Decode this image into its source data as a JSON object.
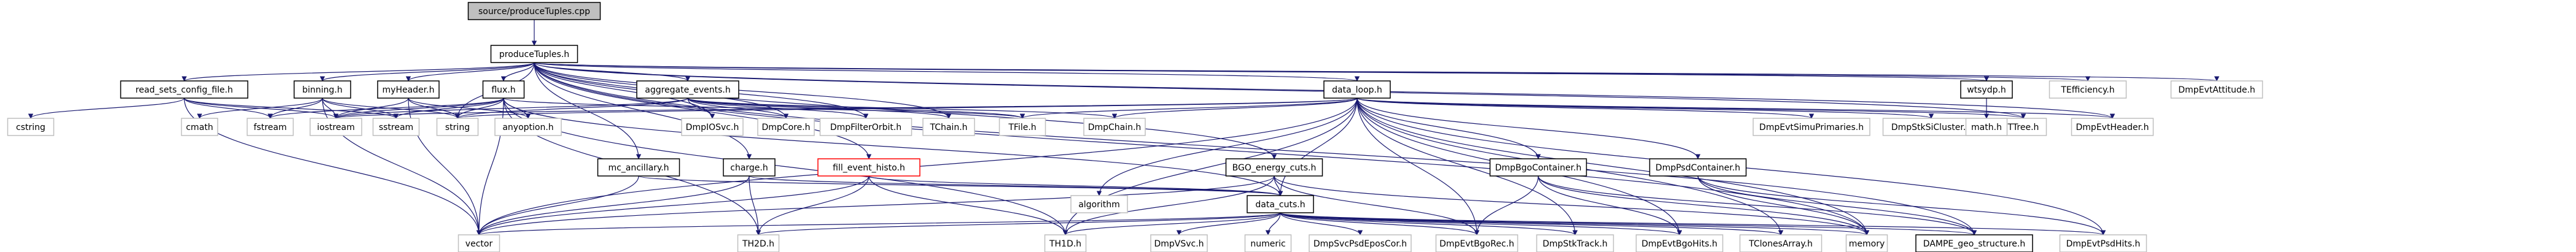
{
  "diagram": {
    "nodes": [
      {
        "id": "root",
        "label": "source/produceTuples.cpp",
        "style": "root"
      },
      {
        "id": "produce",
        "label": "produceTuples.h",
        "style": "boxed"
      },
      {
        "id": "readsets",
        "label": "read_sets_config_file.h",
        "style": "boxed"
      },
      {
        "id": "binning",
        "label": "binning.h",
        "style": "boxed"
      },
      {
        "id": "myheader",
        "label": "myHeader.h",
        "style": "boxed"
      },
      {
        "id": "flux",
        "label": "flux.h",
        "style": "boxed"
      },
      {
        "id": "aggregate",
        "label": "aggregate_events.h",
        "style": "boxed"
      },
      {
        "id": "dataloop",
        "label": "data_loop.h",
        "style": "boxed"
      },
      {
        "id": "wtsydp",
        "label": "wtsydp.h",
        "style": "boxed"
      },
      {
        "id": "tefficiency",
        "label": "TEfficiency.h",
        "style": "plain"
      },
      {
        "id": "dmpevtattitude",
        "label": "DmpEvtAttitude.h",
        "style": "plain"
      },
      {
        "id": "cstring",
        "label": "cstring",
        "style": "plain"
      },
      {
        "id": "cmath",
        "label": "cmath",
        "style": "plain"
      },
      {
        "id": "fstream",
        "label": "fstream",
        "style": "plain"
      },
      {
        "id": "iostream",
        "label": "iostream",
        "style": "plain"
      },
      {
        "id": "sstream",
        "label": "sstream",
        "style": "plain"
      },
      {
        "id": "string",
        "label": "string",
        "style": "plain"
      },
      {
        "id": "anyoption",
        "label": "anyoption.h",
        "style": "plain"
      },
      {
        "id": "dmpiosvc",
        "label": "DmpIOSvc.h",
        "style": "plain"
      },
      {
        "id": "dmpcore",
        "label": "DmpCore.h",
        "style": "plain"
      },
      {
        "id": "dmpfilterorbit",
        "label": "DmpFilterOrbit.h",
        "style": "plain"
      },
      {
        "id": "tchain",
        "label": "TChain.h",
        "style": "plain"
      },
      {
        "id": "tfile",
        "label": "TFile.h",
        "style": "plain"
      },
      {
        "id": "dmpchain",
        "label": "DmpChain.h",
        "style": "plain"
      },
      {
        "id": "dmpevtsimuprimaries",
        "label": "DmpEvtSimuPrimaries.h",
        "style": "plain"
      },
      {
        "id": "dmpstksicluster",
        "label": "DmpStkSiCluster.h",
        "style": "plain"
      },
      {
        "id": "ttree",
        "label": "TTree.h",
        "style": "plain"
      },
      {
        "id": "dmpevtheader",
        "label": "DmpEvtHeader.h",
        "style": "plain"
      },
      {
        "id": "math",
        "label": "math.h",
        "style": "plain"
      },
      {
        "id": "mcancillary",
        "label": "mc_ancillary.h",
        "style": "boxed"
      },
      {
        "id": "charge",
        "label": "charge.h",
        "style": "boxed"
      },
      {
        "id": "fillevent",
        "label": "fill_event_histo.h",
        "style": "red"
      },
      {
        "id": "bgoenergy",
        "label": "BGO_energy_cuts.h",
        "style": "boxed"
      },
      {
        "id": "dmpbgocontainer",
        "label": "DmpBgoContainer.h",
        "style": "boxed"
      },
      {
        "id": "dmppsdcontainer",
        "label": "DmpPsdContainer.h",
        "style": "boxed"
      },
      {
        "id": "algorithm",
        "label": "algorithm",
        "style": "plain"
      },
      {
        "id": "datacuts",
        "label": "data_cuts.h",
        "style": "boxed"
      },
      {
        "id": "vector",
        "label": "vector",
        "style": "plain"
      },
      {
        "id": "th2d",
        "label": "TH2D.h",
        "style": "plain"
      },
      {
        "id": "th1d",
        "label": "TH1D.h",
        "style": "plain"
      },
      {
        "id": "dmpvsvc",
        "label": "DmpVSvc.h",
        "style": "plain"
      },
      {
        "id": "numeric",
        "label": "numeric",
        "style": "plain"
      },
      {
        "id": "dmpsvcpsdeposcor",
        "label": "DmpSvcPsdEposCor.h",
        "style": "plain"
      },
      {
        "id": "dmpevtbgorec",
        "label": "DmpEvtBgoRec.h",
        "style": "plain"
      },
      {
        "id": "dmpstktrack",
        "label": "DmpStkTrack.h",
        "style": "plain"
      },
      {
        "id": "dmpevtbgohits",
        "label": "DmpEvtBgoHits.h",
        "style": "plain"
      },
      {
        "id": "tclonesarray",
        "label": "TClonesArray.h",
        "style": "plain"
      },
      {
        "id": "memory",
        "label": "memory",
        "style": "plain"
      },
      {
        "id": "dampegeo",
        "label": "DAMPE_geo_structure.h",
        "style": "boxed"
      },
      {
        "id": "dmpevtpsdhits",
        "label": "DmpEvtPsdHits.h",
        "style": "plain"
      }
    ],
    "edges": [
      [
        "root",
        "produce"
      ],
      [
        "produce",
        "readsets"
      ],
      [
        "produce",
        "binning"
      ],
      [
        "produce",
        "myheader"
      ],
      [
        "produce",
        "flux"
      ],
      [
        "produce",
        "aggregate"
      ],
      [
        "produce",
        "dataloop"
      ],
      [
        "produce",
        "wtsydp"
      ],
      [
        "produce",
        "tefficiency"
      ],
      [
        "produce",
        "dmpevtattitude"
      ],
      [
        "produce",
        "mcancillary"
      ],
      [
        "produce",
        "charge"
      ],
      [
        "produce",
        "fillevent"
      ],
      [
        "produce",
        "bgoenergy"
      ],
      [
        "produce",
        "dmpiosvc"
      ],
      [
        "produce",
        "dmpcore"
      ],
      [
        "produce",
        "dmpfilterorbit"
      ],
      [
        "produce",
        "tchain"
      ],
      [
        "produce",
        "ttree"
      ],
      [
        "produce",
        "dmpevtheader"
      ],
      [
        "produce",
        "dampegeo"
      ],
      [
        "produce",
        "memory"
      ],
      [
        "produce",
        "string"
      ],
      [
        "readsets",
        "cstring"
      ],
      [
        "readsets",
        "fstream"
      ],
      [
        "readsets",
        "iostream"
      ],
      [
        "readsets",
        "sstream"
      ],
      [
        "readsets",
        "vector"
      ],
      [
        "binning",
        "cmath"
      ],
      [
        "binning",
        "fstream"
      ],
      [
        "binning",
        "iostream"
      ],
      [
        "binning",
        "sstream"
      ],
      [
        "binning",
        "string"
      ],
      [
        "binning",
        "vector"
      ],
      [
        "myheader",
        "anyoption"
      ],
      [
        "myheader",
        "string"
      ],
      [
        "myheader",
        "iostream"
      ],
      [
        "myheader",
        "vector"
      ],
      [
        "flux",
        "fstream"
      ],
      [
        "flux",
        "iostream"
      ],
      [
        "flux",
        "sstream"
      ],
      [
        "flux",
        "string"
      ],
      [
        "flux",
        "anyoption"
      ],
      [
        "flux",
        "tfile"
      ],
      [
        "flux",
        "th1d"
      ],
      [
        "flux",
        "th2d"
      ],
      [
        "flux",
        "vector"
      ],
      [
        "flux",
        "datacuts"
      ],
      [
        "aggregate",
        "iostream"
      ],
      [
        "aggregate",
        "string"
      ],
      [
        "aggregate",
        "dmpiosvc"
      ],
      [
        "aggregate",
        "dmpcore"
      ],
      [
        "aggregate",
        "dmpfilterorbit"
      ],
      [
        "aggregate",
        "tchain"
      ],
      [
        "aggregate",
        "dmpchain"
      ],
      [
        "aggregate",
        "tfile"
      ],
      [
        "dataloop",
        "dmpchain"
      ],
      [
        "dataloop",
        "tfile"
      ],
      [
        "dataloop",
        "dmpevtsimuprimaries"
      ],
      [
        "dataloop",
        "dmpstksicluster"
      ],
      [
        "dataloop",
        "ttree"
      ],
      [
        "dataloop",
        "dmpevtheader"
      ],
      [
        "dataloop",
        "dmpbgocontainer"
      ],
      [
        "dataloop",
        "dmppsdcontainer"
      ],
      [
        "dataloop",
        "datacuts"
      ],
      [
        "dataloop",
        "algorithm"
      ],
      [
        "dataloop",
        "memory"
      ],
      [
        "dataloop",
        "dmpevtbgorec"
      ],
      [
        "dataloop",
        "dmpevtbgohits"
      ],
      [
        "dataloop",
        "dmpstktrack"
      ],
      [
        "dataloop",
        "tclonesarray"
      ],
      [
        "dataloop",
        "dmpevtpsdhits"
      ],
      [
        "dataloop",
        "string"
      ],
      [
        "dataloop",
        "iostream"
      ],
      [
        "dataloop",
        "th1d"
      ],
      [
        "dataloop",
        "vector"
      ],
      [
        "wtsydp",
        "math"
      ],
      [
        "mcancillary",
        "vector"
      ],
      [
        "mcancillary",
        "datacuts"
      ],
      [
        "charge",
        "th2d"
      ],
      [
        "charge",
        "vector"
      ],
      [
        "charge",
        "datacuts"
      ],
      [
        "fillevent",
        "th1d"
      ],
      [
        "fillevent",
        "th2d"
      ],
      [
        "fillevent",
        "vector"
      ],
      [
        "fillevent",
        "datacuts"
      ],
      [
        "bgoenergy",
        "datacuts"
      ],
      [
        "bgoenergy",
        "dmpevtbgorec"
      ],
      [
        "bgoenergy",
        "th1d"
      ],
      [
        "bgoenergy",
        "vector"
      ],
      [
        "bgoenergy",
        "memory"
      ],
      [
        "dmpbgocontainer",
        "dmpevtbgorec"
      ],
      [
        "dmpbgocontainer",
        "dmpevtbgohits"
      ],
      [
        "dmpbgocontainer",
        "memory"
      ],
      [
        "dmpbgocontainer",
        "dampegeo"
      ],
      [
        "dmppsdcontainer",
        "dmpevtpsdhits"
      ],
      [
        "dmppsdcontainer",
        "memory"
      ],
      [
        "dmppsdcontainer",
        "dampegeo"
      ],
      [
        "datacuts",
        "vector"
      ],
      [
        "datacuts",
        "th2d"
      ],
      [
        "datacuts",
        "th1d"
      ],
      [
        "datacuts",
        "dmpvsvc"
      ],
      [
        "datacuts",
        "numeric"
      ],
      [
        "datacuts",
        "dmpsvcpsdeposcor"
      ],
      [
        "datacuts",
        "dmpevtbgorec"
      ],
      [
        "datacuts",
        "dmpstktrack"
      ],
      [
        "datacuts",
        "dmpevtbgohits"
      ],
      [
        "datacuts",
        "tclonesarray"
      ],
      [
        "datacuts",
        "memory"
      ],
      [
        "datacuts",
        "dampegeo"
      ],
      [
        "datacuts",
        "dmpevtpsdhits"
      ]
    ]
  }
}
